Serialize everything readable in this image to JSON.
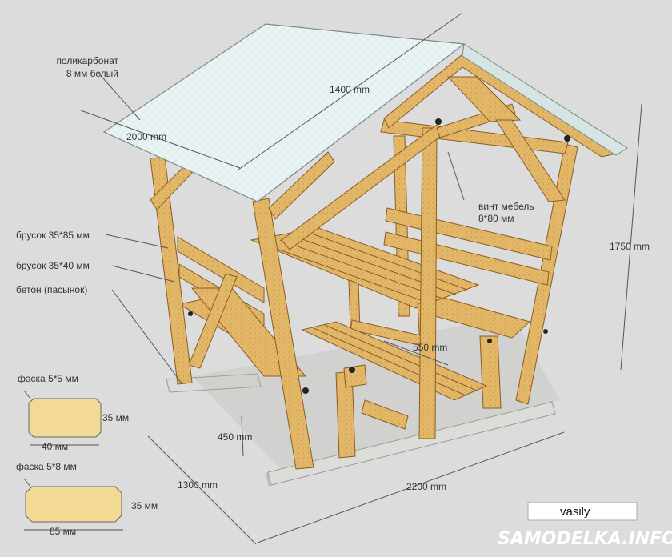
{
  "labels": {
    "roof_material": "поликарбонат",
    "roof_material_2": "8 мм белый",
    "roof_length": "1400 mm",
    "roof_width": "2000 mm",
    "screw": "винт мебель",
    "screw_2": "8*80 мм",
    "height": "1750 mm",
    "beam_large": "брусок 35*85 мм",
    "beam_small": "брусок 35*40 мм",
    "foundation": "бетон (пасынок)",
    "table_width": "550 mm",
    "bench_height": "450 mm",
    "depth": "1300 mm",
    "length": "2200 mm"
  },
  "section_small": {
    "chamfer": "фаска 5*5 мм",
    "height": "35 мм",
    "width": "40 мм"
  },
  "section_large": {
    "chamfer": "фаска 5*8 мм",
    "height": "35 мм",
    "width": "85 мм"
  },
  "signature": "vasily",
  "watermark": "SAMODELKA.INFO",
  "colors": {
    "wood": "#e2b768",
    "wood_dark": "#b9843a",
    "roof": "#e9f3f3",
    "concrete": "#dcdcd8",
    "background": "#dcdcdc"
  }
}
